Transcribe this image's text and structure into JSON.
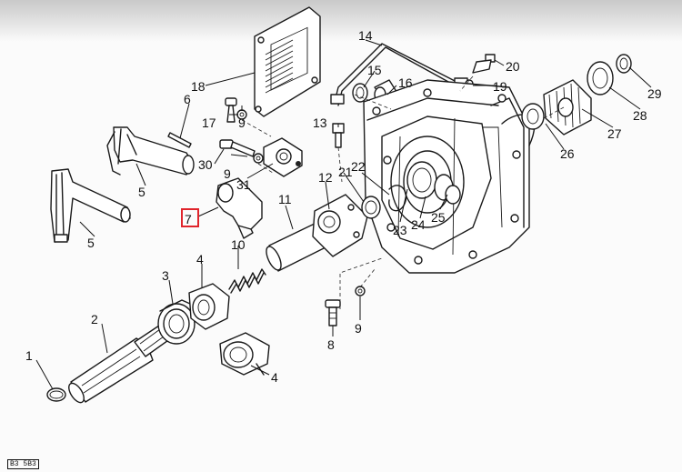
{
  "labels": [
    "1",
    "2",
    "3",
    "4",
    "4",
    "5",
    "5",
    "6",
    "7",
    "8",
    "9",
    "9",
    "9",
    "10",
    "11",
    "12",
    "13",
    "14",
    "15",
    "16",
    "17",
    "18",
    "19",
    "20",
    "21",
    "22",
    "23",
    "24",
    "25",
    "26",
    "27",
    "28",
    "29",
    "30",
    "31"
  ],
  "highlighted_part": "7",
  "highlight_color": "#e0242b",
  "footer_code": "B3 5B3"
}
